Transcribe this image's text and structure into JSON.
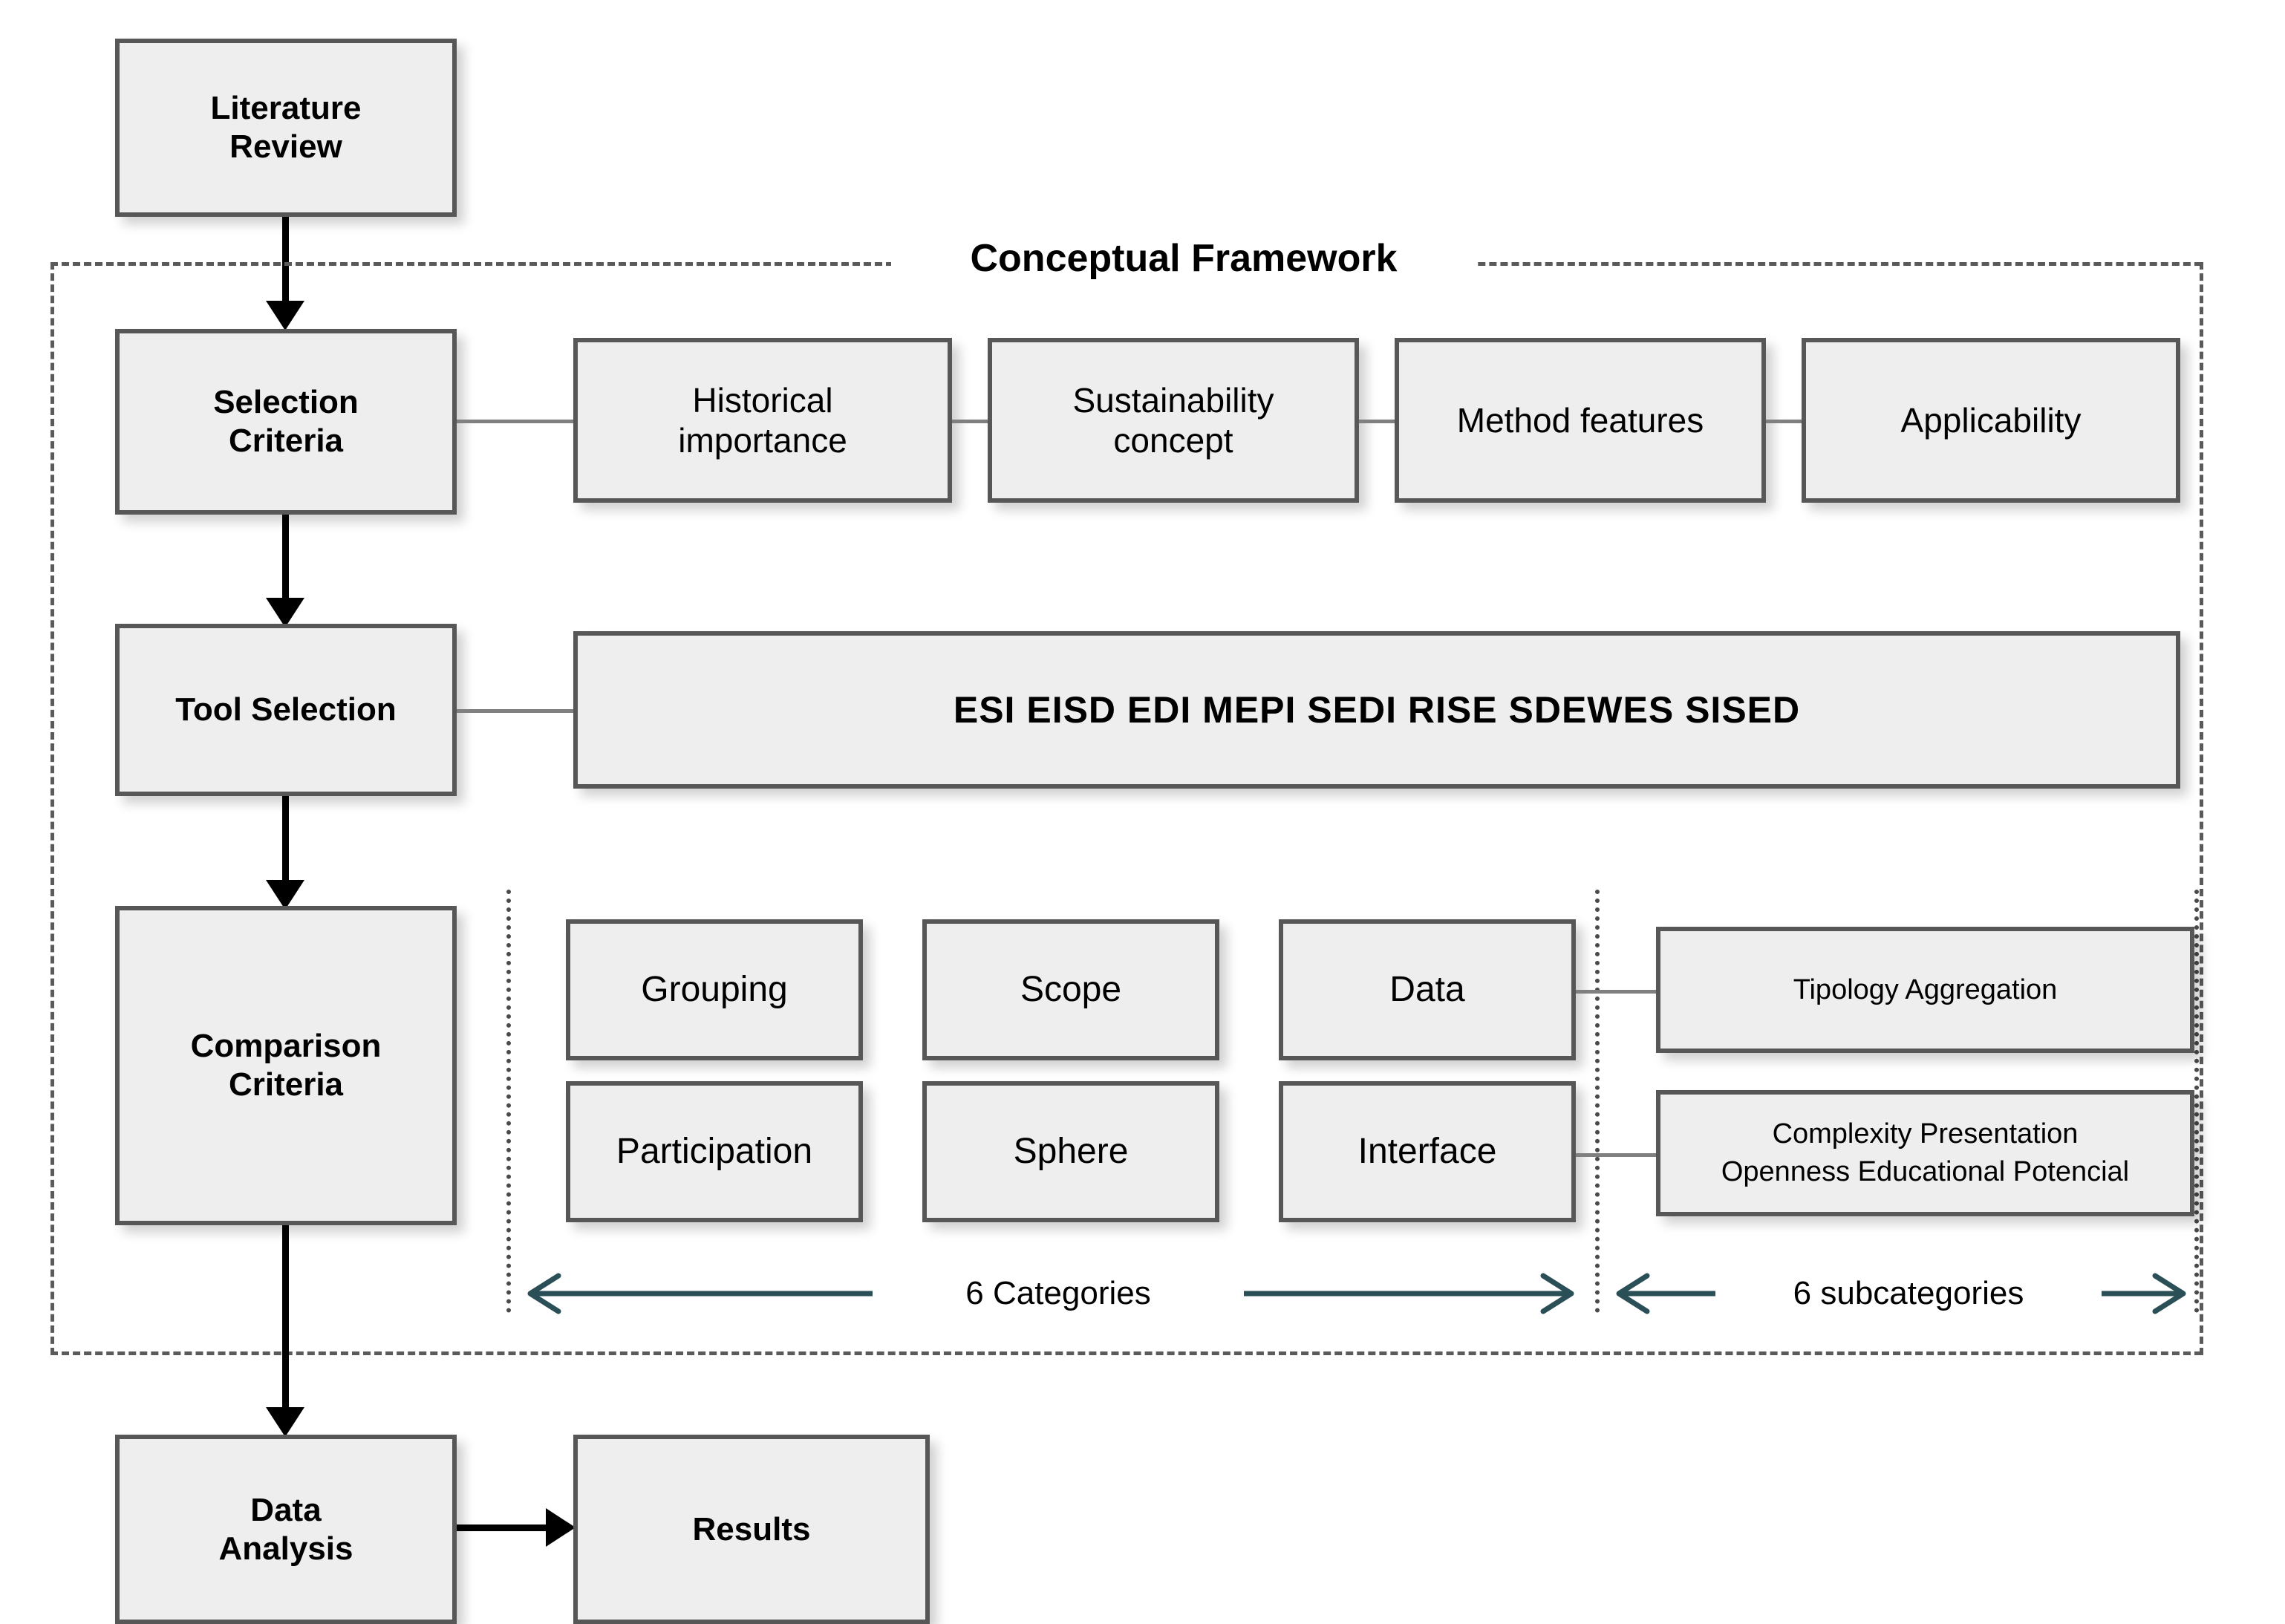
{
  "diagram": {
    "title": "Conceptual Framework",
    "flow_boxes": {
      "literature_review": "Literature\nReview",
      "selection_criteria": "Selection\nCriteria",
      "tool_selection": "Tool Selection",
      "comparison_criteria": "Comparison\nCriteria",
      "data_analysis": "Data\nAnalysis",
      "results": "Results"
    },
    "selection_criteria_items": [
      "Historical\nimportance",
      "Sustainability\nconcept",
      "Method features",
      "Applicability"
    ],
    "tools": "ESI    EISD    EDI    MEPI    SEDI    RISE    SDEWES    SISED",
    "tools_list": [
      "ESI",
      "EISD",
      "EDI",
      "MEPI",
      "SEDI",
      "RISE",
      "SDEWES",
      "SISED"
    ],
    "categories": [
      "Grouping",
      "Scope",
      "Data",
      "Participation",
      "Sphere",
      "Interface"
    ],
    "subcategories": {
      "data_sub": "Tipology    Aggregation",
      "data_sub_list": [
        "Tipology",
        "Aggregation"
      ],
      "interface_sub": "Complexity      Presentation\nOpenness    Educational Potencial",
      "interface_sub_list": [
        "Complexity",
        "Presentation",
        "Openness",
        "Educational Potencial"
      ]
    },
    "range_labels": {
      "categories": "6 Categories",
      "subcategories": "6 subcategories"
    },
    "colors": {
      "box_fill": "#eeeeee",
      "box_border": "#575757",
      "framework_border": "#5a5a5a",
      "connector": "#808080",
      "arrow": "#000000",
      "range_arrow": "#2a4f57"
    }
  }
}
